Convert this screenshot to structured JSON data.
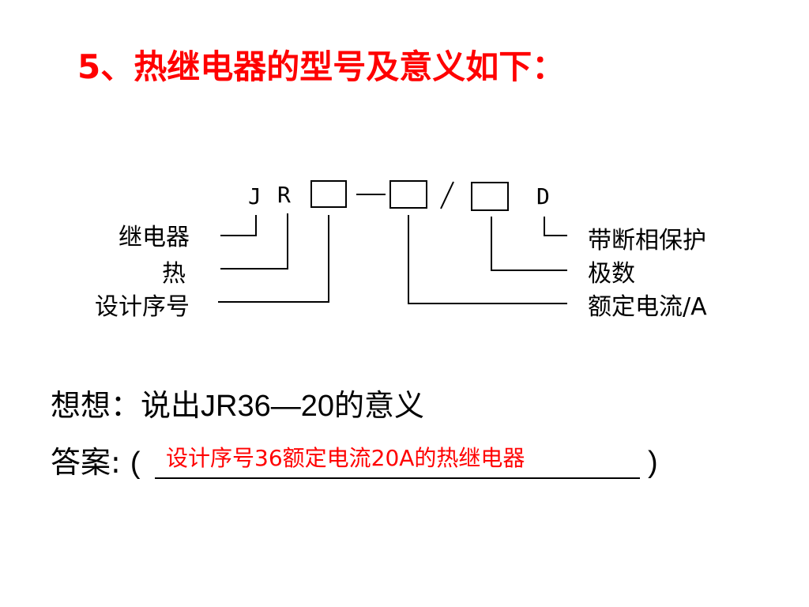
{
  "title": "5、热继电器的型号及意义如下：",
  "diagram": {
    "code": {
      "j": "J",
      "r": "R",
      "dash": "—",
      "slash": "/",
      "d": "D"
    },
    "labels_left": {
      "relay": "继电器",
      "heat": "热",
      "design_no": "设计序号"
    },
    "labels_right": {
      "phase_protect": "带断相保护",
      "poles": "极数",
      "rated_current": "额定电流/A"
    }
  },
  "question": {
    "prefix": "想想：说出",
    "model": "JR36—20",
    "suffix": "的意义"
  },
  "answer": {
    "label": "答案:",
    "open_paren": "(",
    "close_paren": ")",
    "text": "设计序号36额定电流20A的热继电器",
    "answer_color": "#ff0000"
  },
  "colors": {
    "title": "#ff0000",
    "text": "#000000",
    "background": "#ffffff"
  }
}
